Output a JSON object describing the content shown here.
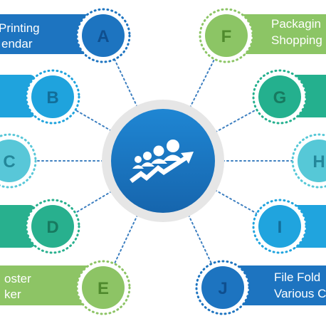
{
  "nodes": [
    {
      "letter": "A",
      "color": "#1d74c0",
      "text_color": "#0f4f8f",
      "lines": [
        "Printing",
        "endar"
      ]
    },
    {
      "letter": "B",
      "color": "#1fa3dd",
      "text_color": "#126e9a",
      "lines": []
    },
    {
      "letter": "C",
      "color": "#58c7d8",
      "text_color": "#23879a",
      "lines": []
    },
    {
      "letter": "D",
      "color": "#28b08e",
      "text_color": "#177a60",
      "lines": []
    },
    {
      "letter": "E",
      "color": "#8dc465",
      "text_color": "#4f8a2d",
      "lines": [
        "oster",
        "ker"
      ]
    },
    {
      "letter": "F",
      "color": "#8cc565",
      "text_color": "#4f8a2d",
      "lines": [
        "Packagin",
        "Shopping"
      ]
    },
    {
      "letter": "G",
      "color": "#24b08e",
      "text_color": "#177a60",
      "lines": []
    },
    {
      "letter": "H",
      "color": "#56c8d7",
      "text_color": "#23879a",
      "lines": []
    },
    {
      "letter": "I",
      "color": "#20a4de",
      "text_color": "#126e9a",
      "lines": []
    },
    {
      "letter": "J",
      "color": "#1d74c0",
      "text_color": "#0f4f8f",
      "lines": [
        "File Fold",
        "Various C"
      ]
    }
  ],
  "center": {
    "icon": "team-growth-arrow-icon",
    "color": "#1a75c1",
    "ring": "#e5e5e5"
  }
}
